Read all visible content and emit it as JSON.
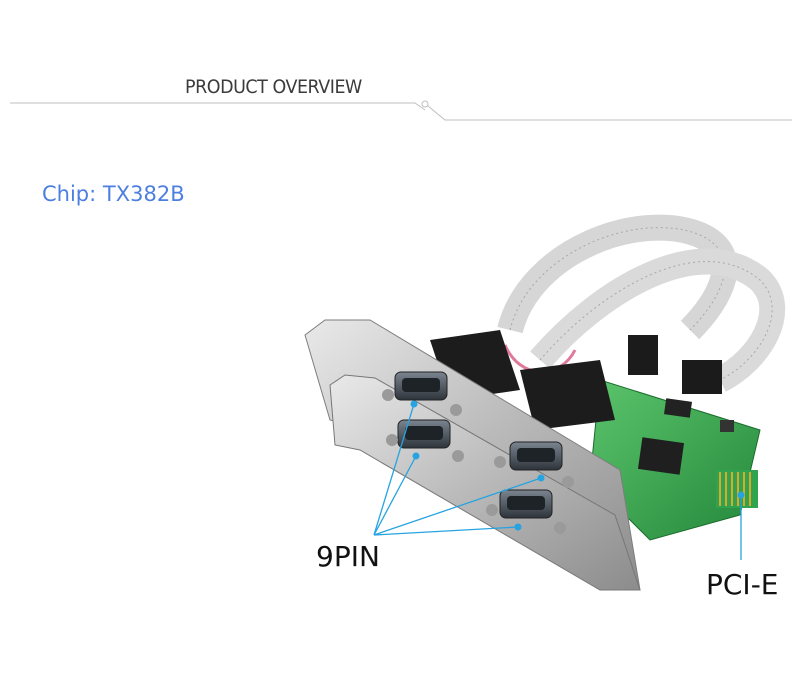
{
  "header": {
    "title": "PRODUCT  OVERVIEW"
  },
  "spec": {
    "chip_label": "Chip:",
    "chip_value": "TX382B"
  },
  "callouts": {
    "serial_ports": "9PIN",
    "bus": "PCI-E"
  },
  "icons": [
    "divider-line",
    "pcie-serial-card-image"
  ],
  "colors": {
    "accent": "#4d7fe0",
    "callout_line": "#27a3e0",
    "pcb": "#2fa34e"
  }
}
